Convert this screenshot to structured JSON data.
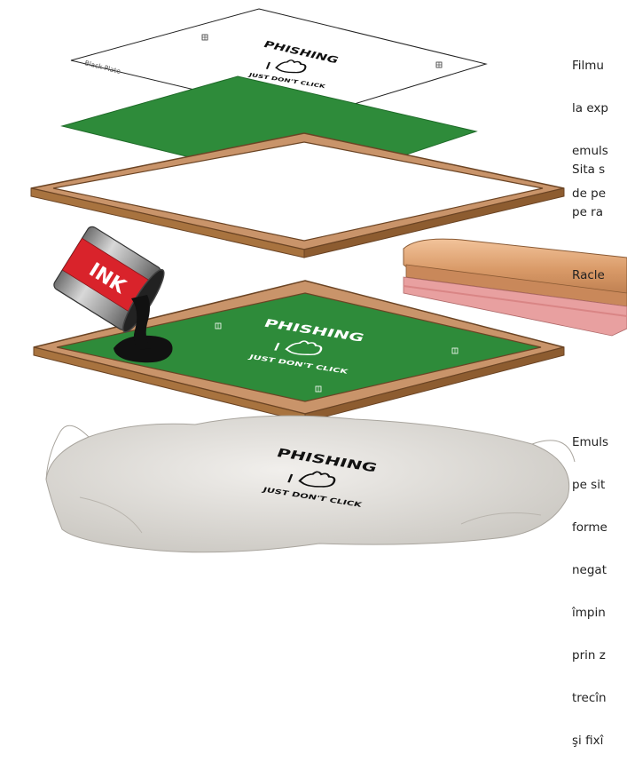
{
  "film_label": "Black Plate",
  "logo": {
    "word": "PHISHING",
    "tagline": "JUST DON'T CLICK"
  },
  "ink_can_label": "INK",
  "captions": {
    "film": [
      "Filmu",
      "la exp",
      "emuls",
      "de pe"
    ],
    "mesh": [
      "Sita s",
      "pe ra"
    ],
    "squeegee": [
      "Racle"
    ],
    "emulsion": [
      "Emuls",
      "pe sit",
      "forme",
      "negat",
      "împin",
      "prin z",
      "trecîn",
      "şi fixî"
    ]
  },
  "colors": {
    "screen_green": "#2e8b3a",
    "frame_wood": "#c9946a",
    "ink_can_red": "#d9232b",
    "squeegee_rubber": "#e8a0a0",
    "shirt": "#e6e4e0"
  }
}
